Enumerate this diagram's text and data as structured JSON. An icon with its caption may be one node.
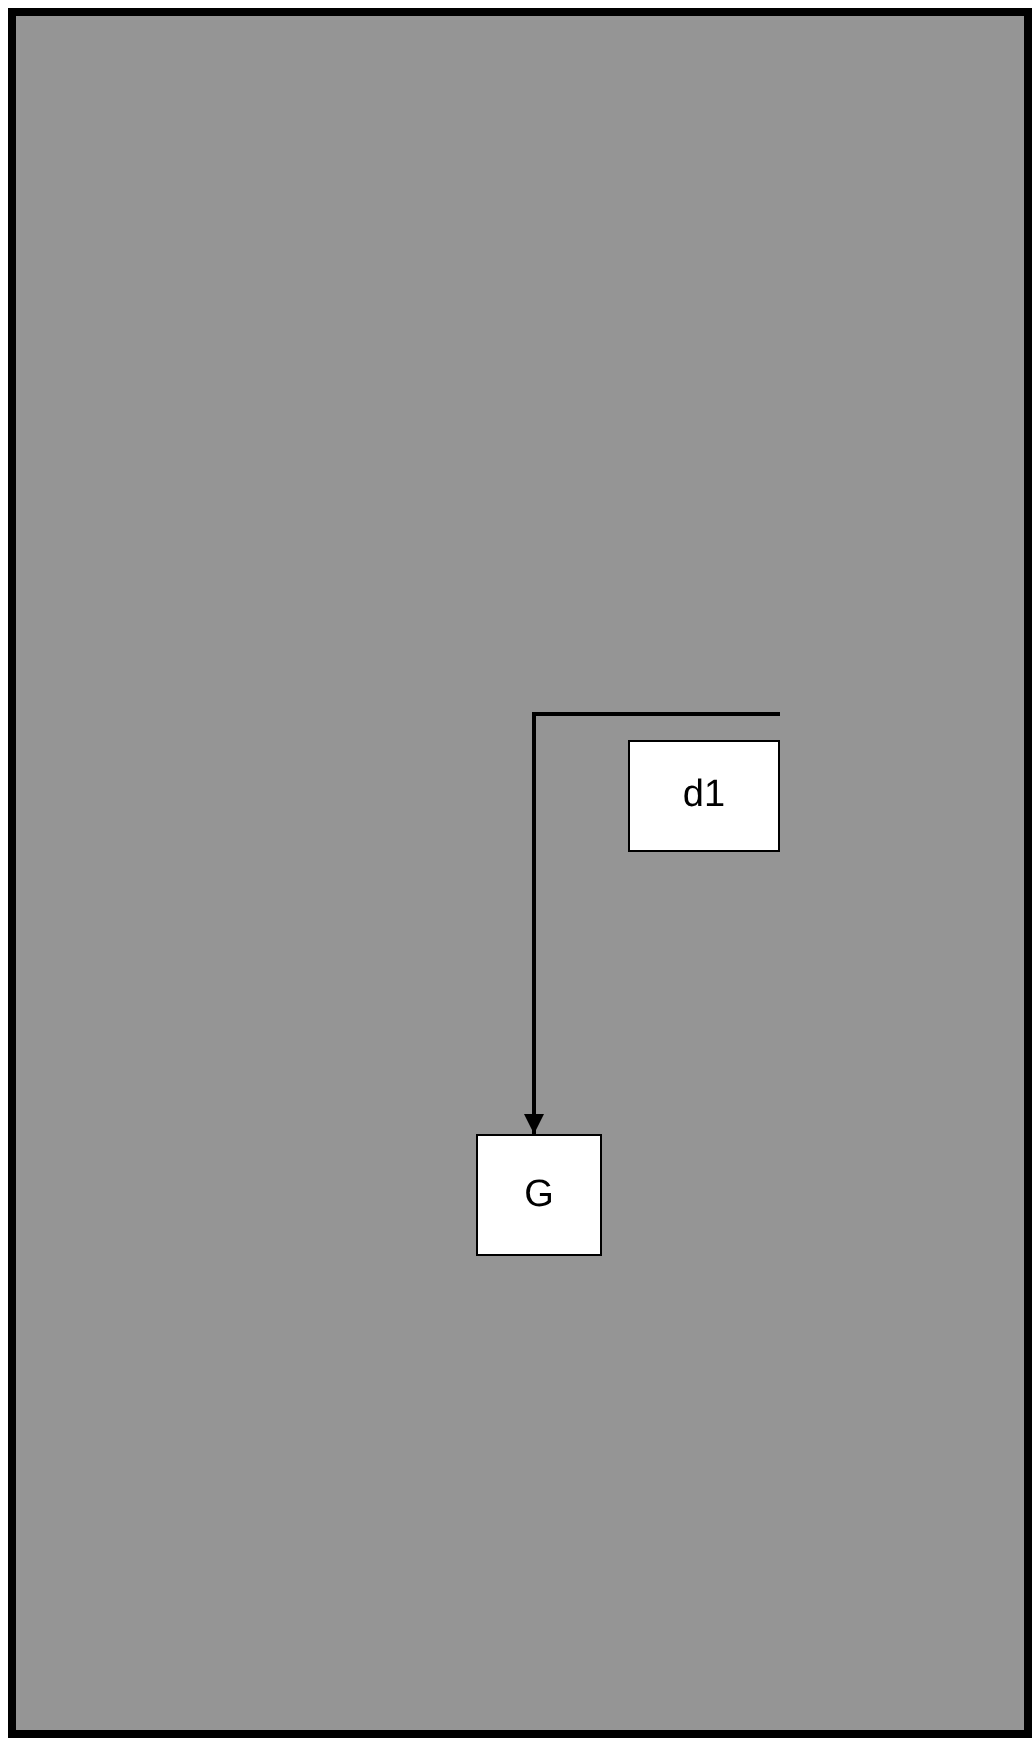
{
  "diagram": {
    "nodes": [
      {
        "text": [],
        "shape": "box"
      },
      {
        "text": [
          "d1"
        ],
        "in": 0
      },
      {
        "text": [
          "G"
        ],
        "in": 0
      }
    ],
    "edges": [
      {
        "from": null,
        "to": 2,
        "arrow": "to"
      }
    ]
  }
}
